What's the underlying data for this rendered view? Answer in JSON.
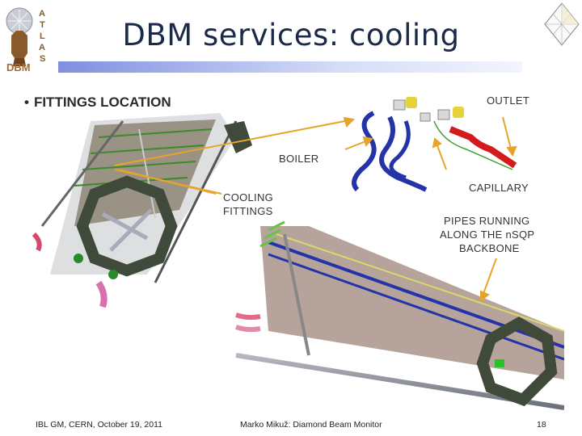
{
  "slide": {
    "title": "DBM services: cooling",
    "bullet": "FITTINGS LOCATION",
    "labels": {
      "outlet": "OUTLET",
      "boiler": "BOILER",
      "capillary": "CAPILLARY",
      "cooling_fittings_1": "COOLING",
      "cooling_fittings_2": "FITTINGS",
      "pipes_1": "PIPES RUNNING",
      "pipes_2": "ALONG THE nSQP",
      "pipes_3": "BACKBONE"
    },
    "logo": {
      "text_vertical": "ATLAS",
      "text_bottom": "DBM"
    },
    "footer": {
      "left": "IBL GM, CERN, October 19, 2011",
      "center": "Marko Mikuž: Diamond Beam Monitor",
      "page": "18"
    },
    "colors": {
      "title": "#1c2a4a",
      "rule": "#7f8fe0",
      "arrow": "#e6a52a",
      "blue_pipe": "#2433a8",
      "red_pipe": "#d41a1a"
    }
  }
}
